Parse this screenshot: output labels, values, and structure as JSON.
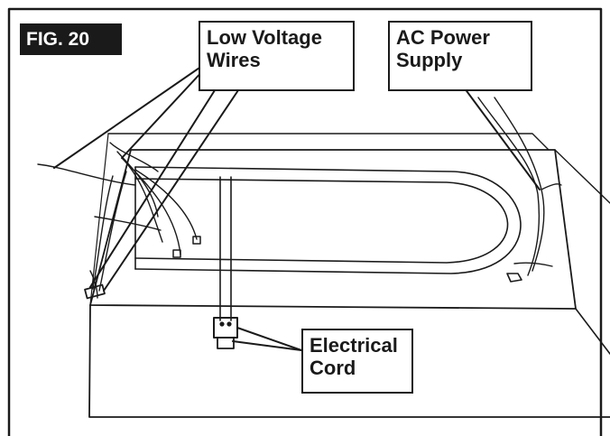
{
  "figure": {
    "label": "FIG. 20",
    "callouts": {
      "low_voltage": {
        "line1": "Low Voltage",
        "line2": "Wires"
      },
      "ac_power": {
        "line1": "AC Power",
        "line2": "Supply"
      },
      "electrical_cord": {
        "line1": "Electrical",
        "line2": "Cord"
      }
    }
  },
  "colors": {
    "ink": "#1a1a1a",
    "paper": "#ffffff"
  }
}
